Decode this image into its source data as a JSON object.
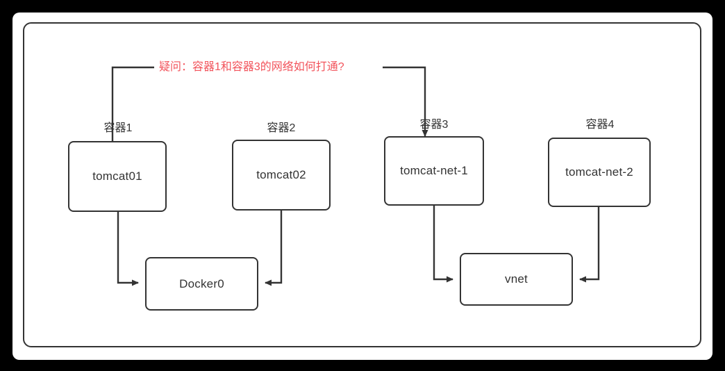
{
  "diagram": {
    "type": "docker-network-topology",
    "stroke_color": "#333333",
    "annotation_color": "#f2535b",
    "background_color": "#000000",
    "canvas_color": "#ffffff",
    "annotation": {
      "text": "疑问：容器1和容器3的网络如何打通?",
      "from_node": "tomcat01",
      "to_node": "tomcat-net-1"
    },
    "captions": [
      {
        "id": "caption-1",
        "text": "容器1"
      },
      {
        "id": "caption-2",
        "text": "容器2"
      },
      {
        "id": "caption-3",
        "text": "容器3"
      },
      {
        "id": "caption-4",
        "text": "容器4"
      }
    ],
    "nodes": [
      {
        "id": "tomcat01",
        "label": "tomcat01"
      },
      {
        "id": "tomcat02",
        "label": "tomcat02"
      },
      {
        "id": "tomcat-net-1",
        "label": "tomcat-net-1"
      },
      {
        "id": "tomcat-net-2",
        "label": "tomcat-net-2"
      },
      {
        "id": "docker0",
        "label": "Docker0"
      },
      {
        "id": "vnet",
        "label": "vnet"
      }
    ],
    "edges": [
      {
        "from": "tomcat01",
        "to": "docker0",
        "arrow": "to"
      },
      {
        "from": "tomcat02",
        "to": "docker0",
        "arrow": "to"
      },
      {
        "from": "tomcat-net-1",
        "to": "vnet",
        "arrow": "to"
      },
      {
        "from": "tomcat-net-2",
        "to": "vnet",
        "arrow": "to"
      }
    ]
  }
}
